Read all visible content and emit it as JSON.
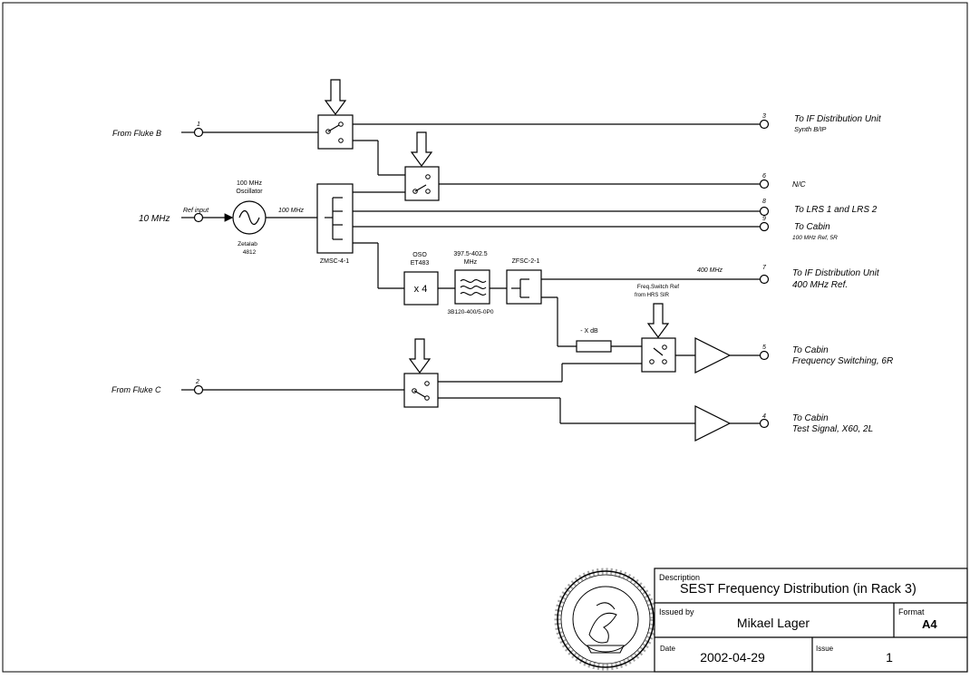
{
  "inputs": {
    "fluke_b": "From Fluke B",
    "fluke_b_pin": "1",
    "ten_mhz": "10 MHz",
    "ref_input": "Ref input",
    "fluke_c": "From Fluke C",
    "fluke_c_pin": "2"
  },
  "components": {
    "osc_title1": "100 MHz",
    "osc_title2": "Oscillator",
    "osc_maker1": "Zetalab",
    "osc_maker2": "4812",
    "osc_out": "100 MHz",
    "splitter": "ZMSC-4-1",
    "mult_title1": "OSO",
    "mult_title2": "ET483",
    "mult_label": "x 4",
    "filter_title1": "397.5-402.5",
    "filter_title2": "MHz",
    "filter_part": "3B120-400/5-0P0",
    "combiner": "ZFSC-2-1",
    "attenuator": "- X dB",
    "freqswitch1": "Freq.Switch Ref",
    "freqswitch2": "from HRS SIR",
    "line_400": "400 MHz"
  },
  "outputs": [
    {
      "pin": "3",
      "line1": "To IF Distribution Unit",
      "line2": "Synth B/IP"
    },
    {
      "pin": "6",
      "line1": "N/C",
      "line2": ""
    },
    {
      "pin": "8",
      "line1": "To LRS 1 and LRS 2",
      "line2": ""
    },
    {
      "pin": "9",
      "line1": "To Cabin",
      "line2": "100 MHz Ref, 5R"
    },
    {
      "pin": "7",
      "line1": "To IF Distribution Unit",
      "line2": "400 MHz Ref."
    },
    {
      "pin": "5",
      "line1": "To Cabin",
      "line2": "Frequency Switching, 6R"
    },
    {
      "pin": "4",
      "line1": "To Cabin",
      "line2": "Test Signal, X60, 2L"
    }
  ],
  "titleblock": {
    "description_label": "Description",
    "description": "SEST Frequency Distribution (in Rack 3)",
    "issued_by_label": "Issued by",
    "issued_by": "Mikael Lager",
    "format_label": "Format",
    "format": "A4",
    "date_label": "Date",
    "date": "2002-04-29",
    "issue_label": "Issue",
    "issue": "1"
  },
  "seal_icon": "onsala-observatory-seal-icon"
}
